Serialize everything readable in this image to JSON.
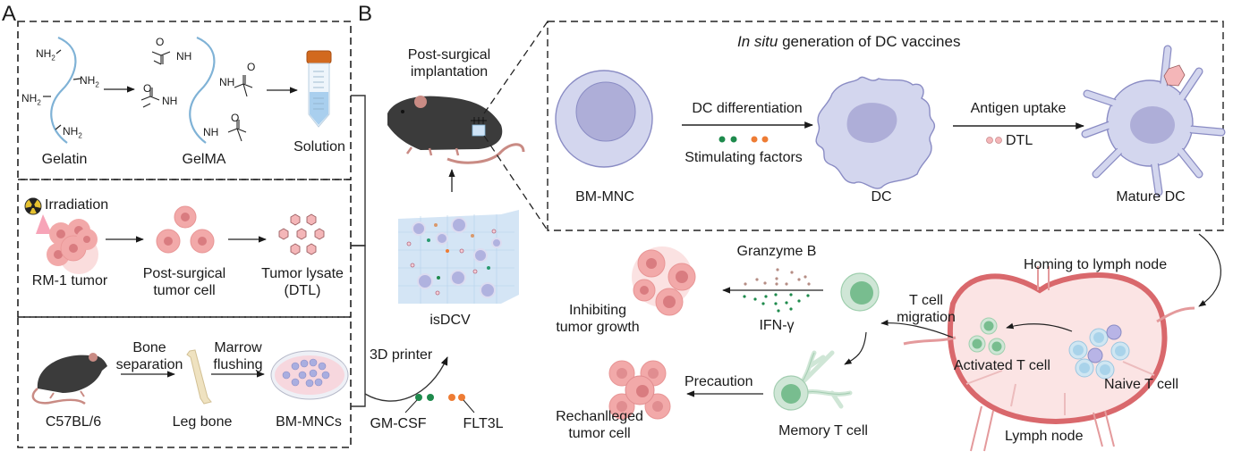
{
  "panel_a": {
    "letter": "A",
    "row1": {
      "gelatin_label": "Gelatin",
      "gelma_label": "GelMA",
      "solution_label": "Solution",
      "nh2": "NH",
      "nh2_sub": "2",
      "nh": "NH",
      "o": "O"
    },
    "row2": {
      "irradiation_label": "Irradiation",
      "rm1_label": "RM-1 tumor",
      "post_surgical_label_1": "Post-surgical",
      "post_surgical_label_2": "tumor cell",
      "lysate_label_1": "Tumor lysate",
      "lysate_label_2": "(DTL)"
    },
    "row3": {
      "mouse_label": "C57BL/6",
      "bone_sep_1": "Bone",
      "bone_sep_2": "separation",
      "leg_bone_label": "Leg bone",
      "marrow_1": "Marrow",
      "marrow_2": "flushing",
      "bmmncs_label": "BM-MNCs"
    }
  },
  "panel_b": {
    "letter": "B",
    "implant_1": "Post-surgical",
    "implant_2": "implantation",
    "isdcv_label": "isDCV",
    "printer_label": "3D printer",
    "gmcsf_label": "GM-CSF",
    "flt3l_label": "FLT3L",
    "insitu": {
      "title_italic": "In situ",
      "title_rest": " generation of DC vaccines",
      "bmmnc_label": "BM-MNC",
      "dc_diff_label": "DC differentiation",
      "stim_label": "Stimulating factors",
      "dc_label": "DC",
      "antigen_label": "Antigen uptake",
      "dtl_label": "DTL",
      "mature_label": "Mature DC"
    },
    "homing_label": "Homing to lymph node",
    "granzyme_label": "Granzyme B",
    "ifn_label": "IFN-γ",
    "inhibit_1": "Inhibiting",
    "inhibit_2": "tumor growth",
    "tcell_mig_1": "T cell",
    "tcell_mig_2": "migration",
    "activated_label": "Activated T cell",
    "naive_label": "Naive T cell",
    "lymph_label": "Lymph node",
    "precaution_label": "Precaution",
    "memory_label": "Memory T cell",
    "rechallenge_1": "Rechanlleged",
    "rechallenge_2": "tumor cell"
  },
  "colors": {
    "cell_fill": "#d3d6ee",
    "cell_stroke": "#8a8cc4",
    "nucleus": "#aeaed8",
    "tumor": "#f2a9a9",
    "tumor_nucleus": "#d97c80",
    "tcell_fill": "#cfe6d6",
    "tcell_nucleus": "#78bd8f",
    "gmcsf": "#1e8a4c",
    "flt3l": "#ee7c34",
    "dtl": "#f4b6b8",
    "lymph_fill": "#fbe4e4",
    "lymph_stroke": "#d9686c",
    "gel_blue": "#8fc2e8",
    "tube_cap": "#d2691e",
    "mouse": "#3a3a3a",
    "mouse_skin": "#c98b84"
  }
}
